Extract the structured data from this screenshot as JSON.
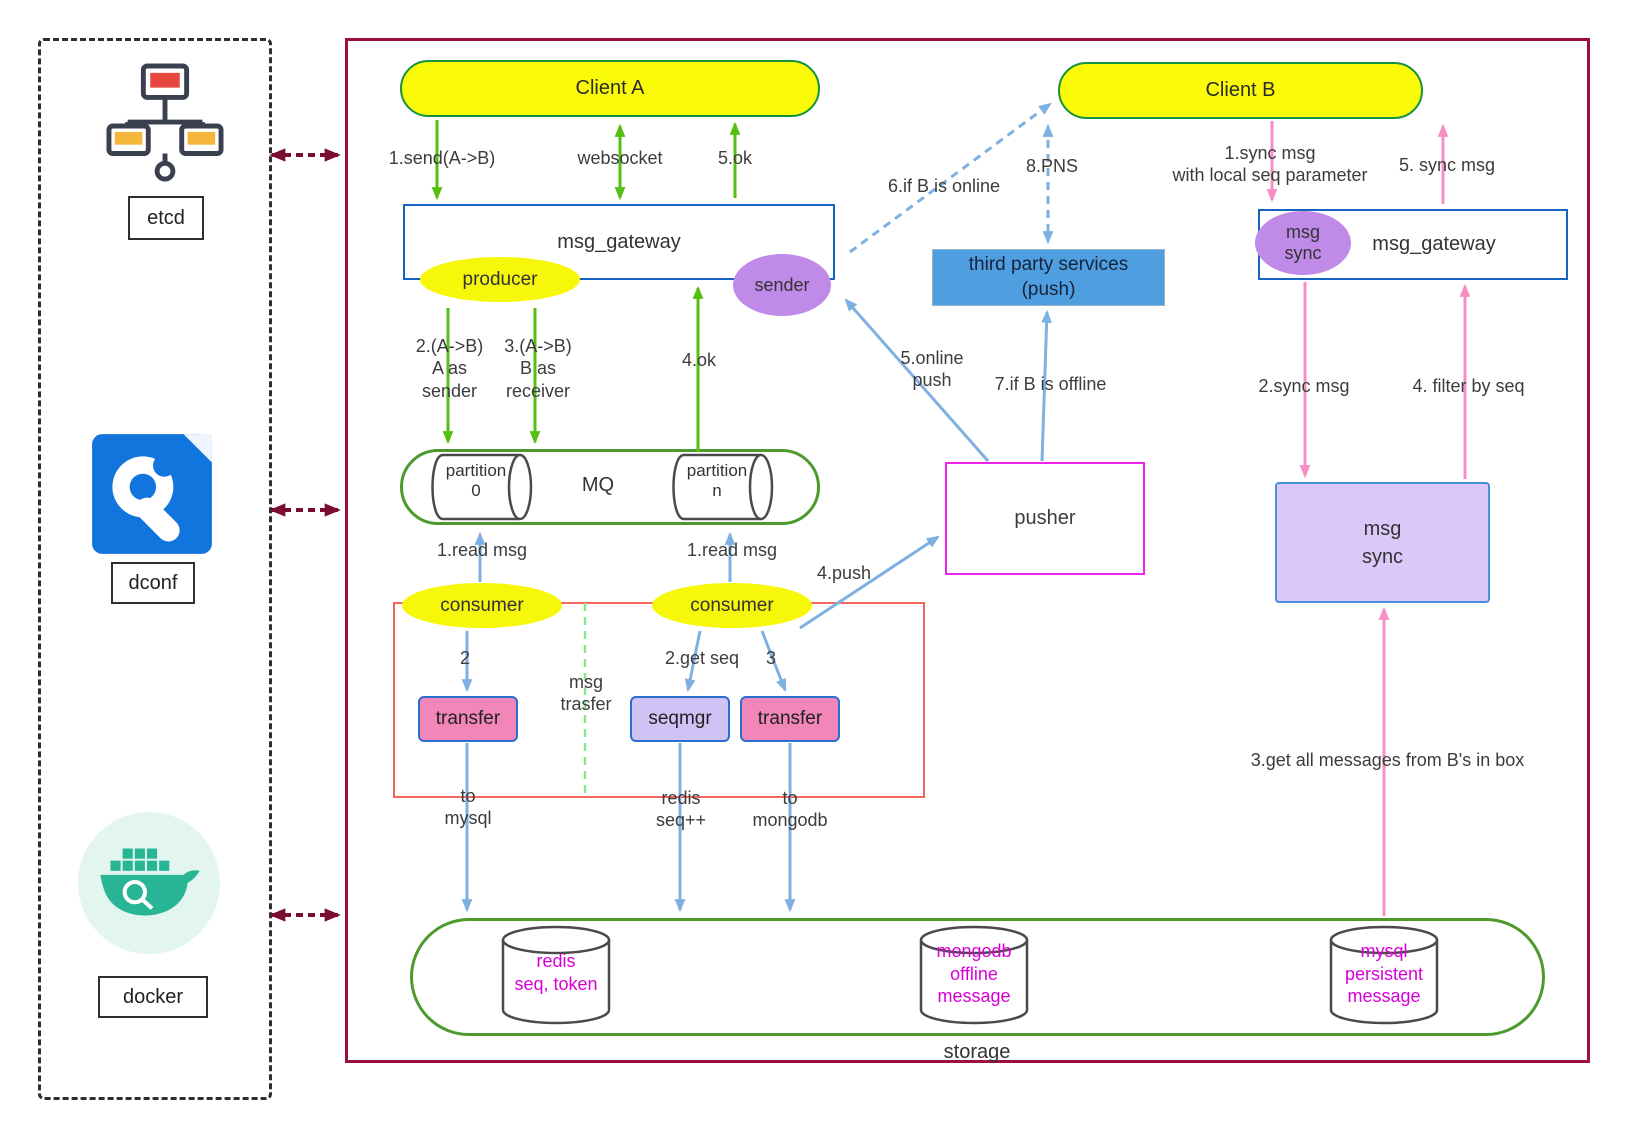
{
  "colors": {
    "main_frame": "#9c1040",
    "client_fill": "#fbfb08",
    "client_border": "#15923e",
    "gateway_border": "#1565c0",
    "mq_border": "#4c9a2e",
    "green_arrow": "#54c112",
    "blue_arrow": "#7fb0e2",
    "pink_arrow": "#f78fc4",
    "maroon_arrow": "#7a0c33",
    "yellow_ellipse": "#f7f70a",
    "purple_ellipse": "#c08ae8",
    "transfer_fill": "#f286b8",
    "seqmgr_fill": "#cfc2f4",
    "msg_sync_fill": "#dcc8f8",
    "services_fill": "#4f9fe0",
    "pusher_border": "#ee22ee",
    "group_border": "#f4675c",
    "db_label": "#d800d8"
  },
  "sidebar": {
    "etcd": "etcd",
    "dconf": "dconf",
    "docker": "docker"
  },
  "main": {
    "client_a": "Client A",
    "client_b": "Client B",
    "gateway_a": {
      "title": "msg_gateway",
      "producer": "producer",
      "sender": "sender"
    },
    "top_flow": {
      "send": "1.send(A->B)",
      "websocket": "websocket",
      "ok": "5.ok"
    },
    "mq_flow": {
      "as_sender": [
        "2.(A->B)",
        "A as",
        "sender"
      ],
      "as_receiver": [
        "3.(A->B)",
        "B as",
        "receiver"
      ],
      "ok": "4.ok"
    },
    "mq": {
      "title": "MQ",
      "partition0": [
        "partition",
        "0"
      ],
      "partition_n": [
        "partition",
        "n"
      ]
    },
    "consume": {
      "read_left": "1.read msg",
      "read_right": "1.read msg",
      "consumer_left": "consumer",
      "consumer_right": "consumer",
      "divider": [
        "msg",
        "trasfer"
      ],
      "step2": "2",
      "get_seq": "2.get seq",
      "step3": "3",
      "transfer_left": "transfer",
      "seqmgr": "seqmgr",
      "transfer_right": "transfer",
      "to_mysql": [
        "to",
        "mysql"
      ],
      "redis_seq": [
        "redis",
        "seq++"
      ],
      "to_mongodb": [
        "to",
        "mongodb"
      ]
    },
    "push": {
      "pusher": "pusher",
      "push4": "4.push",
      "online5": [
        "5.online",
        "push"
      ],
      "offline7": "7.if B is offline",
      "services": [
        "third party services",
        "(push)"
      ],
      "pns8": "8.PNS",
      "online6": "6.if B is online"
    },
    "sync": {
      "gateway_title": "msg_gateway",
      "ellipse": [
        "msg",
        "sync"
      ],
      "sync1": [
        "1.sync msg",
        "with local seq parameter"
      ],
      "sync5": "5. sync msg",
      "sync2": "2.sync msg",
      "filter4": "4. filter by seq",
      "box": [
        "msg",
        "sync"
      ],
      "get_all3": "3.get all messages from B's in box"
    },
    "storage": {
      "title": "storage",
      "redis": [
        "redis",
        "seq, token"
      ],
      "mongodb": [
        "mongodb",
        "offline",
        "message"
      ],
      "mysql": [
        "mysql",
        "persistent",
        "message"
      ]
    }
  }
}
